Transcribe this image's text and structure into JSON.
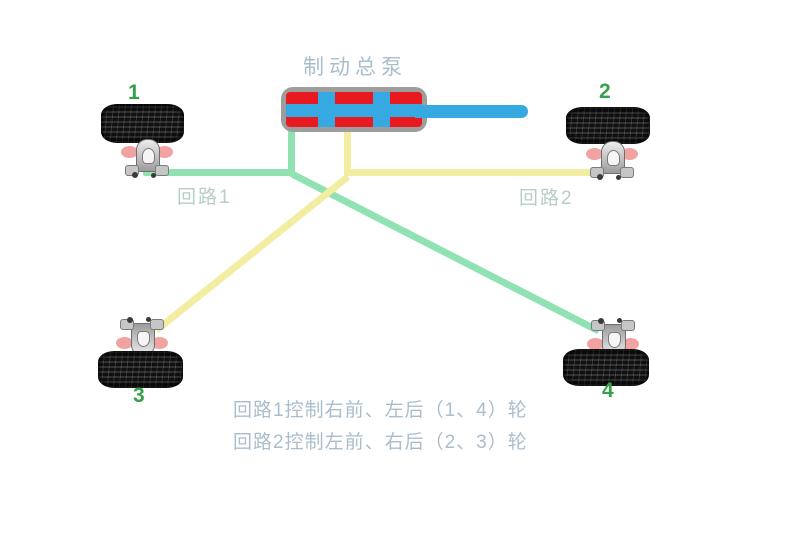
{
  "title": "制动总泵",
  "wheels": [
    {
      "number": "1",
      "position": "top-left"
    },
    {
      "number": "2",
      "position": "top-right"
    },
    {
      "number": "3",
      "position": "bottom-left"
    },
    {
      "number": "4",
      "position": "bottom-right"
    }
  ],
  "circuits": [
    {
      "label": "回路1",
      "color": "#90e2b2",
      "controls": "（1、4）"
    },
    {
      "label": "回路2",
      "color": "#f3eda2",
      "controls": "（2、3）"
    }
  ],
  "notes": [
    "回路1控制右前、左后（1、4）轮",
    "回路2控制左前、右后（2、3）轮"
  ],
  "colors": {
    "master_cylinder_body": "#e8191f",
    "master_cylinder_frame": "#9d9d9d",
    "piston_rod": "#36a9e2",
    "circuit1_line": "#90e2b2",
    "circuit2_line": "#f3eda2",
    "wheel_number_text": "#35a24b",
    "caption_text": "#a9becd",
    "circuit_label_text": "#b7cec5"
  }
}
